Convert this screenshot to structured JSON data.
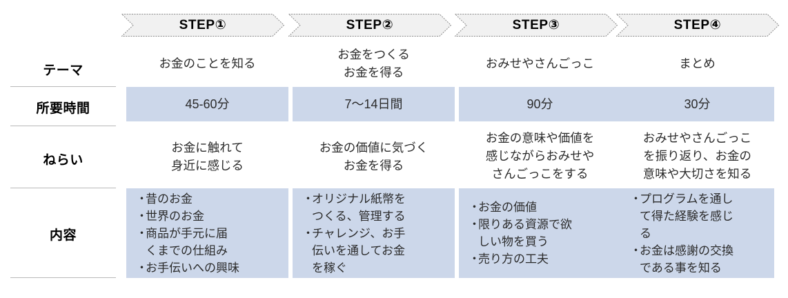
{
  "rows": [
    {
      "id": "theme",
      "label": "テーマ"
    },
    {
      "id": "duration",
      "label": "所要時間"
    },
    {
      "id": "aim",
      "label": "ねらい"
    },
    {
      "id": "contents",
      "label": "内容"
    }
  ],
  "steps": [
    {
      "header": "STEP①",
      "theme": "お金のことを知る",
      "duration": "45-60分",
      "aim": "お金に触れて\n身近に感じる",
      "contents": [
        "昔のお金",
        "世界のお金",
        "商品が手元に届\nくまでの仕組み",
        "お手伝いへの興味"
      ]
    },
    {
      "header": "STEP②",
      "theme": "お金をつくる\nお金を得る",
      "duration": "7〜14日間",
      "aim": "お金の価値に気づく\nお金を得る",
      "contents": [
        "オリジナル紙幣を\nつくる、管理する",
        "チャレンジ、お手\n伝いを通してお金\nを稼ぐ"
      ]
    },
    {
      "header": "STEP③",
      "theme": "おみせやさんごっこ",
      "duration": "90分",
      "aim": "お金の意味や価値を\n感じながらおみせや\nさんごっこをする",
      "contents": [
        "お金の価値",
        "限りある資源で欲\nしい物を買う",
        "売り方の工夫"
      ]
    },
    {
      "header": "STEP④",
      "theme": "まとめ",
      "duration": "30分",
      "aim": "おみせやさんごっこ\nを振り返り、お金の\n意味や大切さを知る",
      "contents": [
        "プログラムを通し\nて得た経験を感じ\nる",
        "お金は感謝の交換\nである事を知る"
      ]
    }
  ],
  "bullet_mark": "・",
  "colors": {
    "cell_blue": "#ccd7ea",
    "chevron_fill": "#f1f1f1",
    "chevron_border": "#808080",
    "divider": "#b8b8b8",
    "text": "#2b2b2b",
    "label_text": "#000000"
  }
}
